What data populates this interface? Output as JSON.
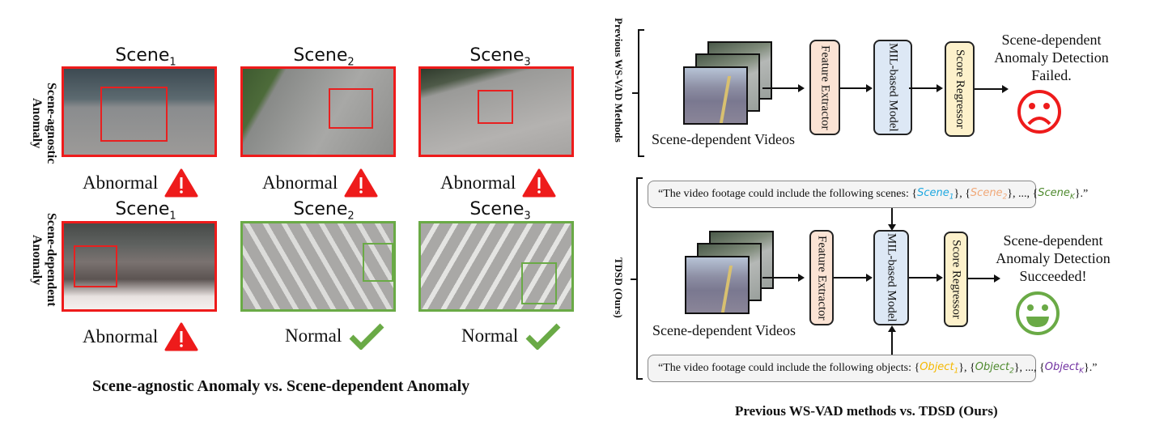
{
  "left_panel": {
    "rows": [
      {
        "label": "Scene-agnostic Anomaly",
        "cells": [
          {
            "scene": "Scene",
            "sub": "1",
            "verdict": "Abnormal",
            "status": "abnormal",
            "icon": "warning-icon"
          },
          {
            "scene": "Scene",
            "sub": "2",
            "verdict": "Abnormal",
            "status": "abnormal",
            "icon": "warning-icon"
          },
          {
            "scene": "Scene",
            "sub": "3",
            "verdict": "Abnormal",
            "status": "abnormal",
            "icon": "warning-icon"
          }
        ]
      },
      {
        "label": "Scene-dependent Anomaly",
        "cells": [
          {
            "scene": "Scene",
            "sub": "1",
            "verdict": "Abnormal",
            "status": "abnormal",
            "icon": "warning-icon"
          },
          {
            "scene": "Scene",
            "sub": "2",
            "verdict": "Normal",
            "status": "normal",
            "icon": "checkmark-icon"
          },
          {
            "scene": "Scene",
            "sub": "3",
            "verdict": "Normal",
            "status": "normal",
            "icon": "checkmark-icon"
          }
        ]
      }
    ],
    "caption": "Scene-agnostic Anomaly vs.  Scene-dependent Anomaly"
  },
  "right_panel": {
    "previous": {
      "side_label": "Previous WS-VAD Methods",
      "videos_label": "Scene-dependent Videos",
      "blocks": [
        "Feature Extractor",
        "MIL-based Model",
        "Score Regressor"
      ],
      "result": [
        "Scene-dependent",
        "Anomaly Detection",
        "Failed."
      ],
      "result_icon": "sad-face-icon"
    },
    "ours": {
      "side_label": "TDSD  (Ours)",
      "videos_label": "Scene-dependent Videos",
      "blocks": [
        "Feature Extractor",
        "MIL-based Model",
        "Score Regressor"
      ],
      "result": [
        "Scene-dependent",
        "Anomaly Detection",
        "Succeeded!"
      ],
      "result_icon": "happy-face-icon",
      "scene_prompt": {
        "prefix": "“The video footage could include the following scenes: ",
        "tokens": [
          {
            "word": "Scene",
            "sub": "1",
            "color": "#1ea8e0"
          },
          {
            "word": "Scene",
            "sub": "2",
            "color": "#f0a878"
          },
          {
            "word": "Scene",
            "sub": "K",
            "color": "#4e8a2e"
          }
        ],
        "ellipsis": "...",
        "suffix": ".”"
      },
      "object_prompt": {
        "prefix": "“The video footage could include the following objects: ",
        "tokens": [
          {
            "word": "Object",
            "sub": "1",
            "color": "#f5b800"
          },
          {
            "word": "Object",
            "sub": "2",
            "color": "#4e8a2e"
          },
          {
            "word": "Object",
            "sub": "K",
            "color": "#7030a0"
          }
        ],
        "ellipsis": "...",
        "suffix": ".”"
      }
    },
    "caption": "Previous WS-VAD methods vs.  TDSD (Ours)"
  },
  "colors": {
    "abnormal": "#ee1b1b",
    "normal": "#6aaa46",
    "feature_extractor": "#fbe3d4",
    "mil_model": "#dde8f5",
    "score_regressor": "#fdf1cb"
  }
}
